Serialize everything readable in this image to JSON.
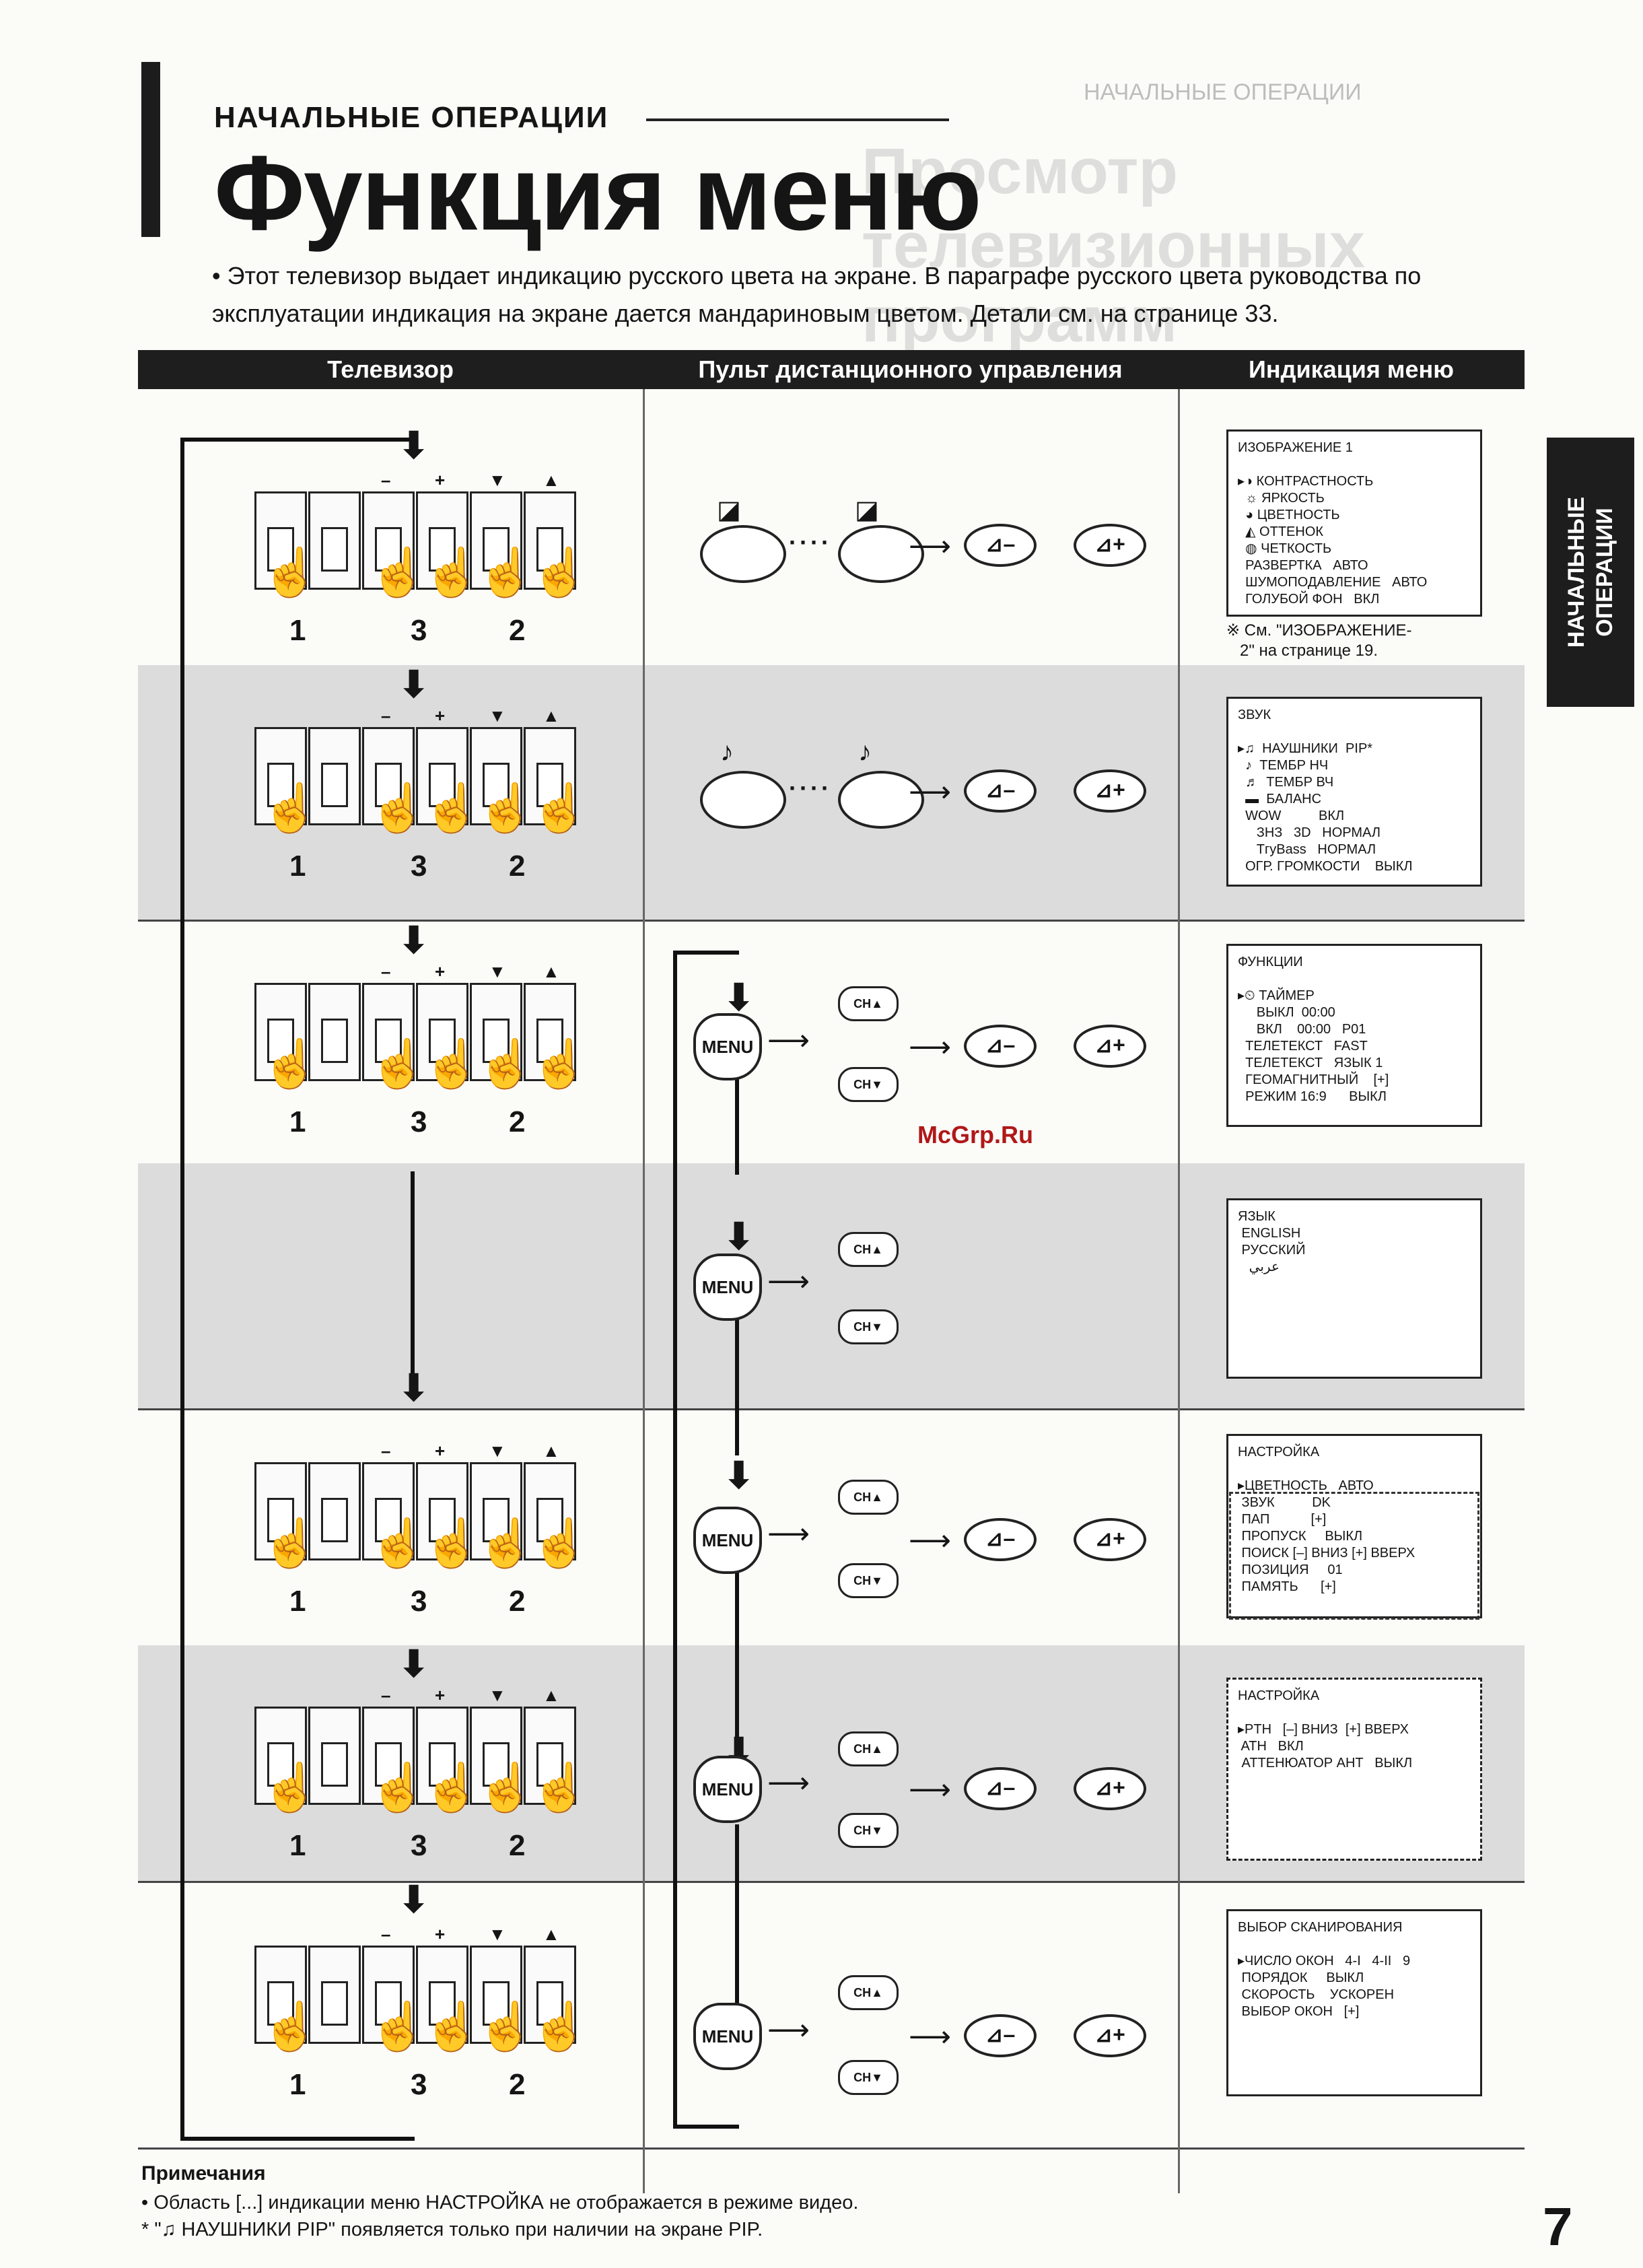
{
  "section_label": "НАЧАЛЬНЫЕ ОПЕРАЦИИ",
  "title": "Функция меню",
  "intro": "• Этот телевизор выдает индикацию русского цвета на экране. В параграфе русского цвета руководства по эксплуатации индикация на экране дается мандариновым цветом. Детали см. на странице 33.",
  "ghost_title": "Просмотр телевизионных программ",
  "ghost_label": "НАЧАЛЬНЫЕ ОПЕРАЦИИ",
  "side_tab": "НАЧАЛЬНЫЕ\nОПЕРАЦИИ",
  "columns": {
    "tv": "Телевизор",
    "remote": "Пульт дистанционного управления",
    "menu": "Индикация меню"
  },
  "tv_button_labels": {
    "minus": "–",
    "plus": "+",
    "down": "▼",
    "up": "▲"
  },
  "step_numbers": {
    "a": "1",
    "b": "3",
    "c": "2"
  },
  "remote": {
    "menu": "MENU",
    "ch_up": "CH▲",
    "ch_down": "CH▼",
    "dots": "····",
    "vol_minus": "⊿–",
    "vol_plus": "⊿+"
  },
  "screens": {
    "s1": [
      "ИЗОБРАЖЕНИЕ 1",
      "",
      "▸◑ КОНТРАСТНОСТЬ",
      "  ☼ ЯРКОСТЬ",
      "  ◕ ЦВЕТНОСТЬ",
      "  ◭ ОТТЕНОК",
      "  ◍ ЧЕТКОСТЬ",
      "  РАЗВЕРТКА   АВТО",
      "  ШУМОПОДАВЛЕНИЕ   АВТО",
      "  ГОЛУБОЙ ФОН   ВКЛ"
    ],
    "s1_note": "※ См. \"ИЗОБРАЖЕНИЕ-\n   2\" на странице 19.",
    "s2": [
      "ЗВУК",
      "",
      "▸♫  НАУШНИКИ  PIP*",
      "  ♪  ТЕМБР НЧ",
      "  ♬  ТЕМБР ВЧ",
      "  ▬  БАЛАНС",
      "  WOW          ВКЛ",
      "     ЗНЗ   3D   НОРМАЛ",
      "     ТгуBass   НОРМАЛ",
      "  ОГР. ГРОМКОСТИ    ВЫКЛ"
    ],
    "s3": [
      "ФУНКЦИИ",
      "",
      "▸⏲ ТАЙМЕР",
      "     ВЫКЛ  00:00",
      "     ВКЛ    00:00   P01",
      "  ТЕЛЕТЕКСТ   FAST",
      "  ТЕЛЕТЕКСТ   ЯЗЫК 1",
      "  ГЕОМАГНИТНЫЙ    [+]",
      "  РЕЖИМ 16:9      ВЫКЛ"
    ],
    "s4": [
      "ЯЗЫК",
      " ENGLISH",
      " РУССКИЙ",
      "   عربي"
    ],
    "s5": [
      "НАСТРОЙКА",
      "",
      "▸ЦВЕТНОСТЬ   АВТО",
      " ЗВУК          DK",
      " ПАП           [+]",
      " ПРОПУСК     ВЫКЛ",
      " ПОИСК [–] ВНИЗ [+] ВВЕРХ",
      " ПОЗИЦИЯ     01",
      " ПАМЯТЬ      [+]"
    ],
    "s6": [
      "НАСТРОЙКА",
      "",
      "▸PTH   [–] ВНИЗ  [+] ВВЕРХ",
      " ATH   ВКЛ",
      " АТТЕНЮАТОР АНТ   ВЫКЛ"
    ],
    "s7": [
      "ВЫБОР СКАНИРОВАНИЯ",
      "",
      "▸ЧИСЛО ОКОН   4-I   4-II   9",
      " ПОРЯДОК     ВЫКЛ",
      " СКОРОСТЬ    УСКОРЕН",
      " ВЫБОР ОКОН   [+]"
    ]
  },
  "notes_title": "Примечания",
  "notes": [
    "• Область [...] индикации меню НАСТРОЙКА не отображается в режиме видео.",
    "* \"♫ НАУШНИКИ PIP\" появляется только при наличии на экране PIP."
  ],
  "page_number": "7",
  "watermark": "McGrp.Ru"
}
